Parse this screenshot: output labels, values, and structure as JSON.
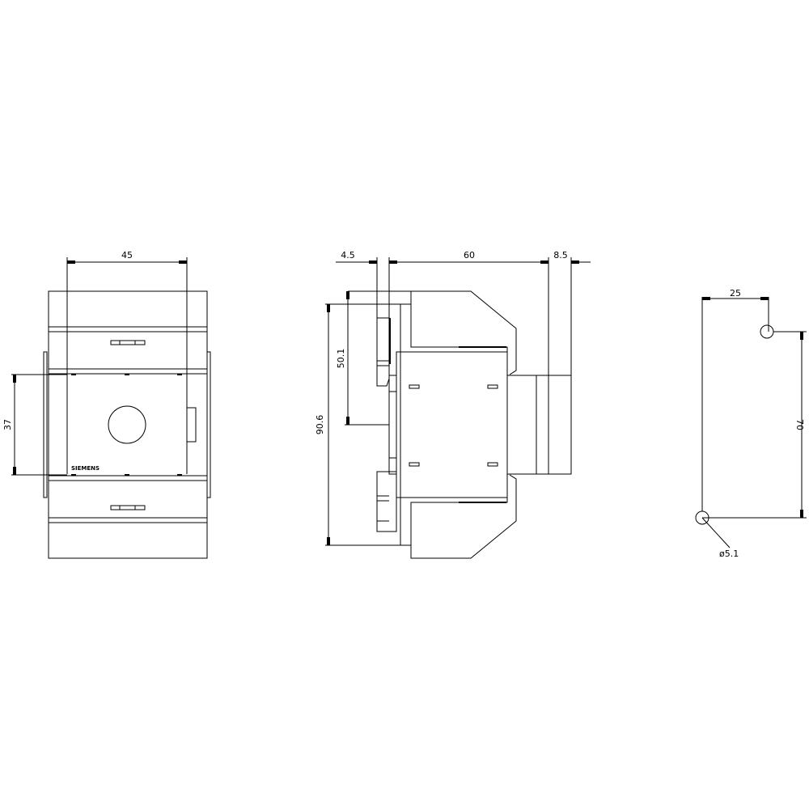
{
  "drawing": {
    "line_color": "#000000",
    "background": "#ffffff",
    "front_view": {
      "width_dim": "45",
      "height_dim": "37",
      "logo_text": "SIEMENS"
    },
    "side_view": {
      "dim_left": "4.5",
      "dim_depth": "60",
      "dim_right": "8.5",
      "dim_height": "90.6",
      "dim_rail": "50.1"
    },
    "mounting_view": {
      "hole_spacing_x": "25",
      "hole_spacing_y": "70",
      "hole_diameter": "ø5.1"
    }
  }
}
